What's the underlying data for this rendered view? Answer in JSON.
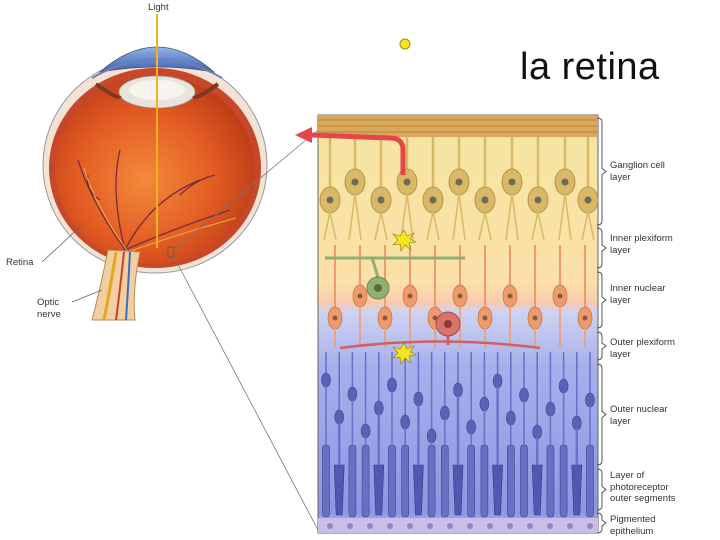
{
  "slide": {
    "title": "la retina"
  },
  "eye_labels": {
    "light": "Light",
    "retina": "Retina",
    "optic_nerve_1": "Optic",
    "optic_nerve_2": "nerve"
  },
  "layers": [
    {
      "line1": "Ganglion cell",
      "line2": "layer",
      "line3": ""
    },
    {
      "line1": "Inner plexiform",
      "line2": "layer",
      "line3": ""
    },
    {
      "line1": "Inner nuclear",
      "line2": "layer",
      "line3": ""
    },
    {
      "line1": "Outer plexiform",
      "line2": "layer",
      "line3": ""
    },
    {
      "line1": "Outer nuclear",
      "line2": "layer",
      "line3": ""
    },
    {
      "line1": "Layer of",
      "line2": "photoreceptor",
      "line3": "outer segments"
    },
    {
      "line1": "Pigmented",
      "line2": "epithelium",
      "line3": ""
    }
  ],
  "colors": {
    "signal_arrow": "#e8454a",
    "light_ray": "#f2b21e",
    "ganglion": "#d9b866",
    "bipolar": "#ef9a6a",
    "photoreceptor": "#6b72c8",
    "amacrine": "#8fb070",
    "horizontal": "#d06060",
    "synapse_flash": "#f6e51a",
    "bullet_dot": "#f6e51a"
  }
}
